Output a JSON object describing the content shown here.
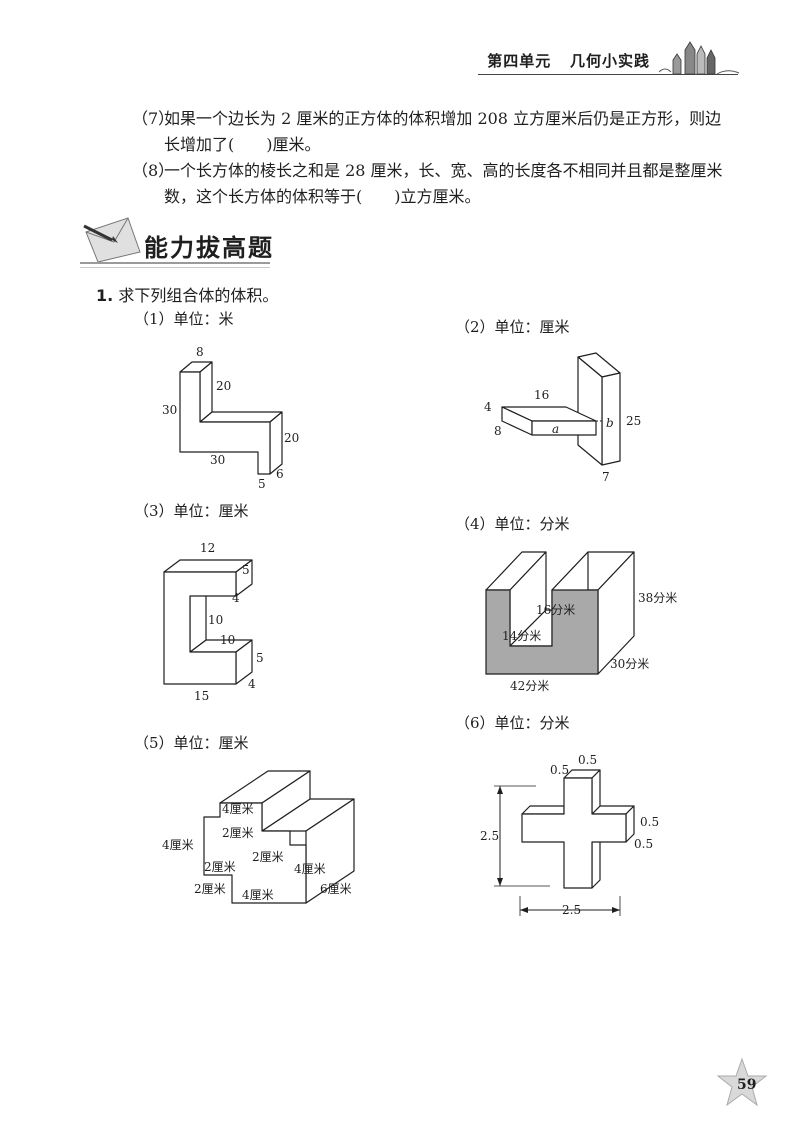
{
  "header": {
    "unit": "第四单元",
    "topic": "几何小实践"
  },
  "questions": [
    {
      "num": "（7）",
      "text": "如果一个边长为 2 厘米的正方体的体积增加 208 立方厘米后仍是正方形，则边长增加了(　　)厘米。"
    },
    {
      "num": "（8）",
      "text": "一个长方体的棱长之和是 28 厘米，长、宽、高的长度各不相同并且都是整厘米数，这个长方体的体积等于(　　)立方厘米。"
    }
  ],
  "section": {
    "title": "能力拔高题"
  },
  "problem": {
    "num": "1.",
    "text": "求下列组合体的体积。"
  },
  "figures": [
    {
      "caption": "（1）单位：米",
      "labels": [
        "8",
        "20",
        "30",
        "20",
        "30",
        "6",
        "5"
      ]
    },
    {
      "caption": "（2）单位：厘米",
      "labels": [
        "16",
        "4",
        "8",
        "a",
        "b",
        "25",
        "7"
      ]
    },
    {
      "caption": "（3）单位：厘米",
      "labels": [
        "12",
        "5",
        "4",
        "10",
        "10",
        "5",
        "4",
        "15"
      ]
    },
    {
      "caption": "（4）单位：分米",
      "labels": [
        "16分米",
        "14分米",
        "38分米",
        "30分米",
        "42分米"
      ]
    },
    {
      "caption": "（5）单位：厘米",
      "labels": [
        "4厘米",
        "2厘米",
        "4厘米",
        "2厘米",
        "2厘米",
        "2厘米",
        "4厘米",
        "4厘米",
        "6厘米"
      ]
    },
    {
      "caption": "（6）单位：分米",
      "labels": [
        "0.5",
        "0.5",
        "0.5",
        "0.5",
        "2.5",
        "2.5"
      ]
    }
  ],
  "page_number": "59"
}
